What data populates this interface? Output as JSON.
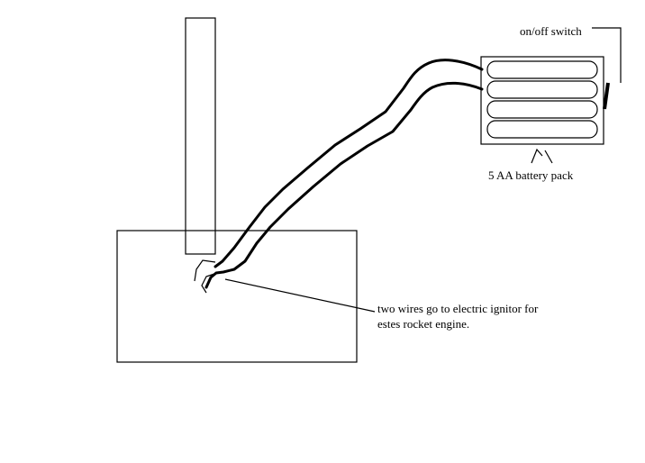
{
  "diagram": {
    "labels": {
      "switch": "on/off switch",
      "battery": "5 AA battery pack",
      "wires_line1": "two wires go to electric ignitor for",
      "wires_line2": "estes rocket engine."
    },
    "colors": {
      "ink": "#000000",
      "background": "#ffffff"
    }
  }
}
